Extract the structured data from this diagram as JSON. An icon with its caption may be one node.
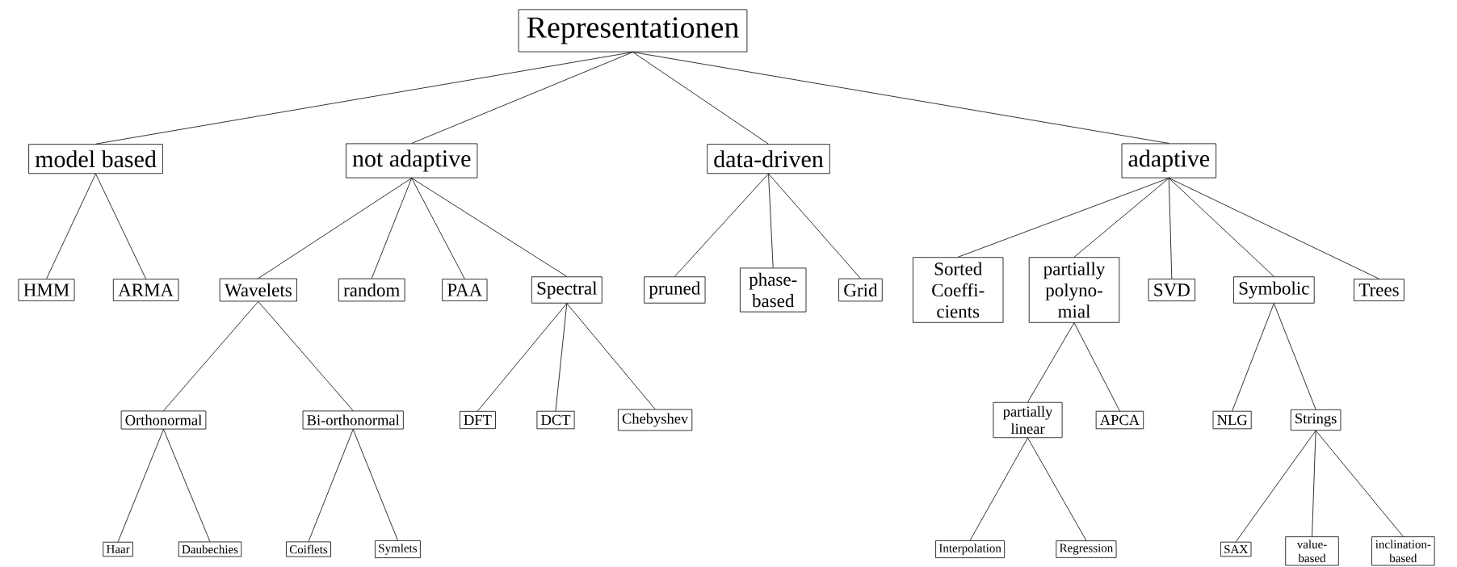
{
  "diagram": {
    "nodes": [
      {
        "text": [
          "Representationen"
        ]
      },
      {
        "text": [
          "model based"
        ]
      },
      {
        "text": [
          "not adaptive"
        ]
      },
      {
        "text": [
          "data-driven"
        ]
      },
      {
        "text": [
          "adaptive"
        ]
      },
      {
        "text": [
          "HMM"
        ]
      },
      {
        "text": [
          "ARMA"
        ]
      },
      {
        "text": [
          "Wavelets"
        ]
      },
      {
        "text": [
          "random"
        ]
      },
      {
        "text": [
          "PAA"
        ]
      },
      {
        "text": [
          "Spectral"
        ]
      },
      {
        "text": [
          "pruned"
        ]
      },
      {
        "text": [
          "phase- based"
        ]
      },
      {
        "text": [
          "Grid"
        ]
      },
      {
        "text": [
          "Sorted Coeffi- cients"
        ]
      },
      {
        "text": [
          "partially polyno- mial"
        ]
      },
      {
        "text": [
          "SVD"
        ]
      },
      {
        "text": [
          "Symbolic"
        ]
      },
      {
        "text": [
          "Trees"
        ]
      },
      {
        "text": [
          "Orthonormal"
        ]
      },
      {
        "text": [
          "Bi-orthonormal"
        ]
      },
      {
        "text": [
          "DFT"
        ]
      },
      {
        "text": [
          "DCT"
        ]
      },
      {
        "text": [
          "Chebyshev"
        ]
      },
      {
        "text": [
          "partially linear"
        ]
      },
      {
        "text": [
          "APCA"
        ]
      },
      {
        "text": [
          "NLG"
        ]
      },
      {
        "text": [
          "Strings"
        ]
      },
      {
        "text": [
          "Haar"
        ]
      },
      {
        "text": [
          "Daubechies"
        ]
      },
      {
        "text": [
          "Coiflets"
        ]
      },
      {
        "text": [
          "Symlets"
        ]
      },
      {
        "text": [
          "Interpolation"
        ]
      },
      {
        "text": [
          "Regression"
        ]
      },
      {
        "text": [
          "SAX"
        ]
      },
      {
        "text": [
          "value- based"
        ]
      },
      {
        "text": [
          "inclination- based"
        ]
      }
    ],
    "edges": [
      {
        "from": 0,
        "to": 1,
        "arrow": "none"
      },
      {
        "from": 0,
        "to": 2,
        "arrow": "none"
      },
      {
        "from": 0,
        "to": 3,
        "arrow": "none"
      },
      {
        "from": 0,
        "to": 4,
        "arrow": "none"
      },
      {
        "from": 1,
        "to": 5,
        "arrow": "none"
      },
      {
        "from": 1,
        "to": 6,
        "arrow": "none"
      },
      {
        "from": 2,
        "to": 7,
        "arrow": "none"
      },
      {
        "from": 2,
        "to": 8,
        "arrow": "none"
      },
      {
        "from": 2,
        "to": 9,
        "arrow": "none"
      },
      {
        "from": 2,
        "to": 10,
        "arrow": "none"
      },
      {
        "from": 3,
        "to": 11,
        "arrow": "none"
      },
      {
        "from": 3,
        "to": 12,
        "arrow": "none"
      },
      {
        "from": 3,
        "to": 13,
        "arrow": "none"
      },
      {
        "from": 4,
        "to": 14,
        "arrow": "none"
      },
      {
        "from": 4,
        "to": 15,
        "arrow": "none"
      },
      {
        "from": 4,
        "to": 16,
        "arrow": "none"
      },
      {
        "from": 4,
        "to": 17,
        "arrow": "none"
      },
      {
        "from": 4,
        "to": 18,
        "arrow": "none"
      },
      {
        "from": 7,
        "to": 19,
        "arrow": "none"
      },
      {
        "from": 7,
        "to": 20,
        "arrow": "none"
      },
      {
        "from": 10,
        "to": 21,
        "arrow": "none"
      },
      {
        "from": 10,
        "to": 22,
        "arrow": "none"
      },
      {
        "from": 10,
        "to": 23,
        "arrow": "none"
      },
      {
        "from": 15,
        "to": 24,
        "arrow": "none"
      },
      {
        "from": 15,
        "to": 25,
        "arrow": "none"
      },
      {
        "from": 17,
        "to": 26,
        "arrow": "none"
      },
      {
        "from": 17,
        "to": 27,
        "arrow": "none"
      },
      {
        "from": 19,
        "to": 28,
        "arrow": "none"
      },
      {
        "from": 19,
        "to": 29,
        "arrow": "none"
      },
      {
        "from": 20,
        "to": 30,
        "arrow": "none"
      },
      {
        "from": 20,
        "to": 31,
        "arrow": "none"
      },
      {
        "from": 24,
        "to": 32,
        "arrow": "none"
      },
      {
        "from": 24,
        "to": 33,
        "arrow": "none"
      },
      {
        "from": 27,
        "to": 34,
        "arrow": "none"
      },
      {
        "from": 27,
        "to": 35,
        "arrow": "none"
      },
      {
        "from": 27,
        "to": 36,
        "arrow": "none"
      }
    ]
  }
}
